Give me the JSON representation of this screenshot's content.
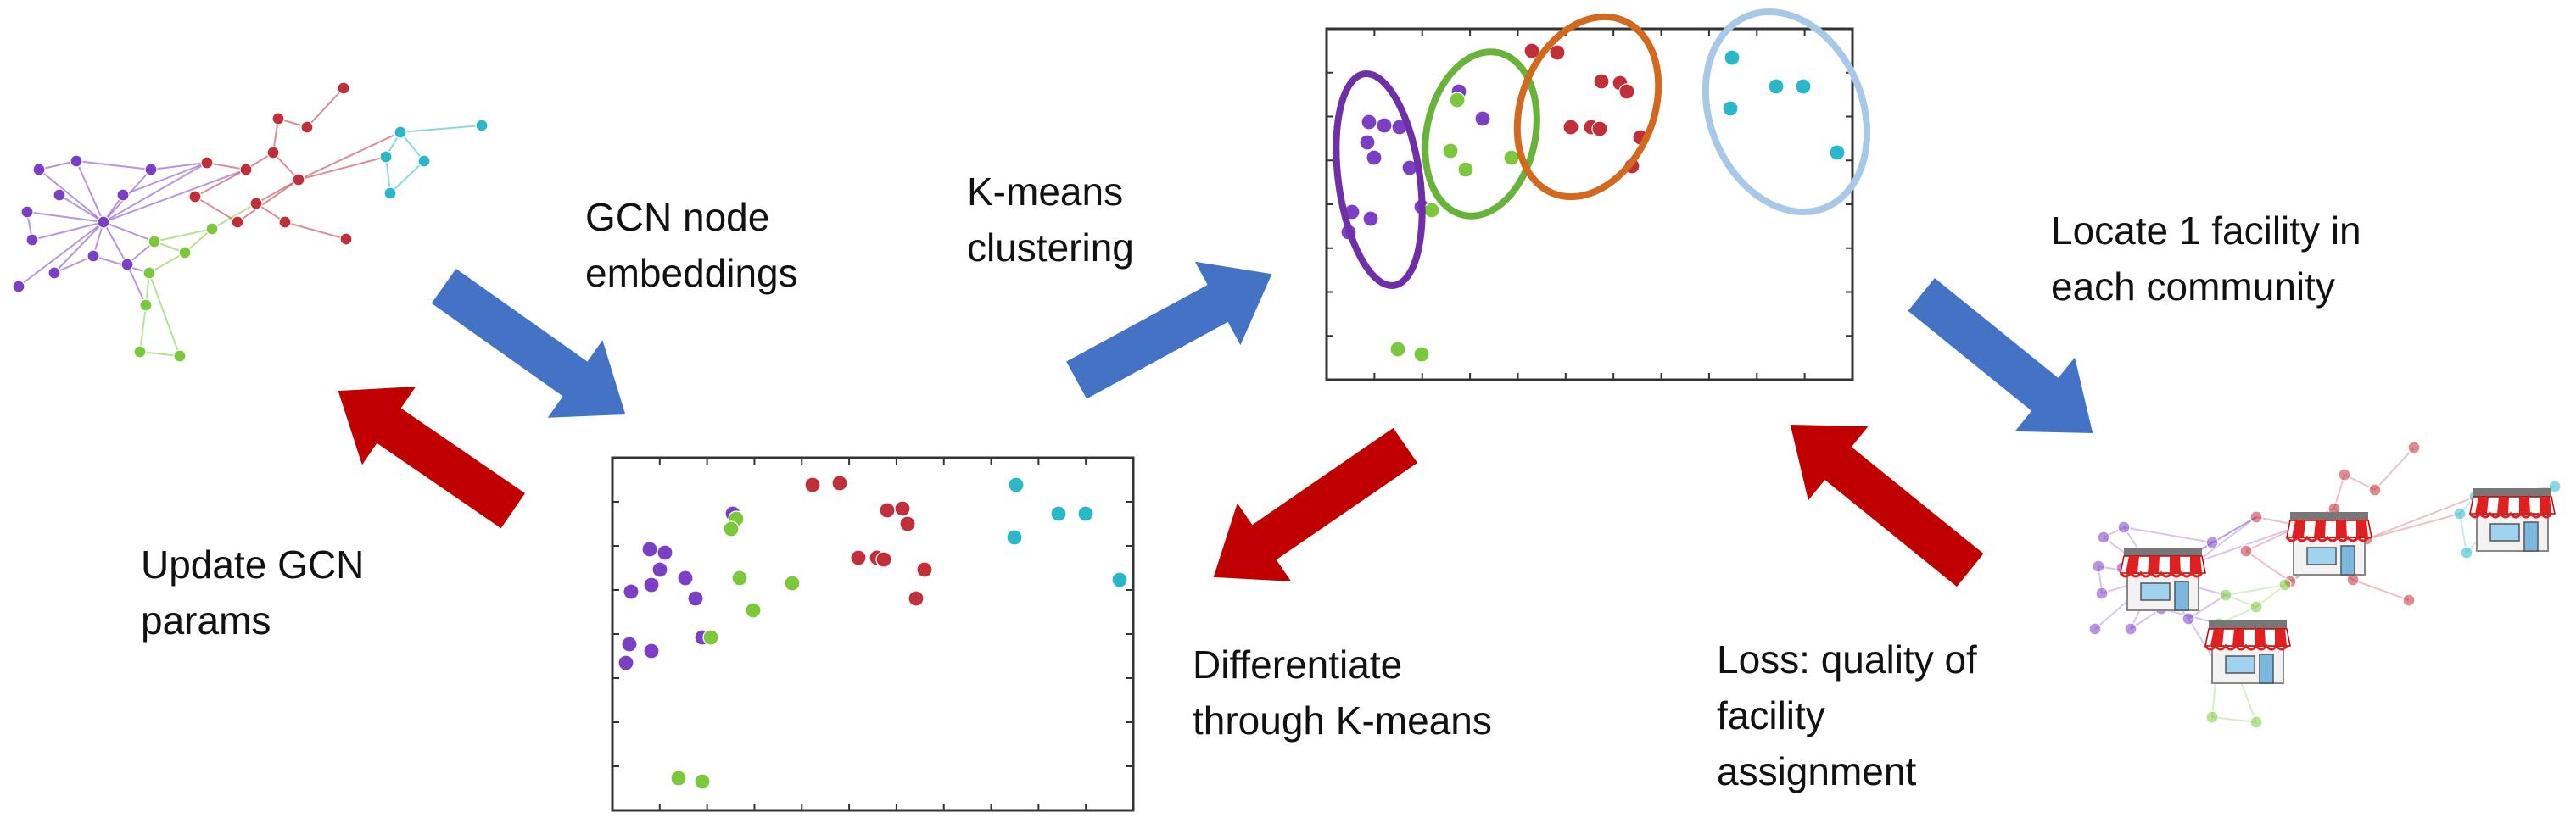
{
  "colors": {
    "purple": "#7b3fc4",
    "red": "#c0303a",
    "cyan": "#2ab8c8",
    "green": "#7cc83c",
    "ellipse_purple": "#6e2fa8",
    "ellipse_green": "#6ab33a",
    "ellipse_orange": "#d2691e",
    "ellipse_blue": "#a8c8e8",
    "arrow_blue": "#4472c4",
    "arrow_red": "#c00000"
  },
  "labels": {
    "gcn_embeddings": [
      "GCN node",
      "embeddings"
    ],
    "kmeans": [
      "K-means",
      "clustering"
    ],
    "locate": [
      "Locate 1 facility in",
      "each community"
    ],
    "update": [
      "Update GCN",
      "params"
    ],
    "differentiate": [
      "Differentiate",
      "through K-means"
    ],
    "loss": [
      "Loss: quality of",
      "facility",
      "assignment"
    ]
  },
  "icons": {
    "facility": "store-icon",
    "arrows": "block-arrow-icon"
  },
  "communities": [
    "purple",
    "green",
    "red",
    "cyan"
  ]
}
